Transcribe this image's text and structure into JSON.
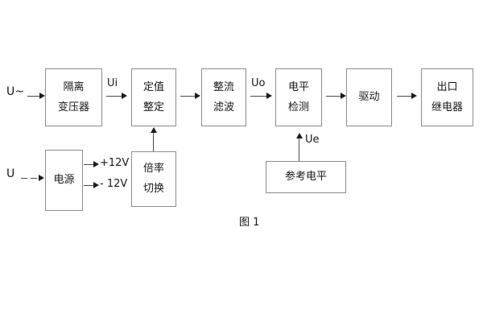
{
  "figure": {
    "caption": "图 1",
    "background": "#ffffff",
    "box_border_color": "#8c8c8c",
    "arrow_color": "#1c1c1c"
  },
  "blocks": [
    {
      "id": "isolation-transformer",
      "line1": "隔离",
      "line2": "变压器"
    },
    {
      "id": "setpoint-setting",
      "line1": "定值",
      "line2": "整定"
    },
    {
      "id": "rectify-filter",
      "line1": "整流",
      "line2": "滤波"
    },
    {
      "id": "level-detection",
      "line1": "电平",
      "line2": "检测"
    },
    {
      "id": "drive",
      "line1": "驱动",
      "line2": ""
    },
    {
      "id": "output-relay",
      "line1": "出口",
      "line2": "继电器"
    },
    {
      "id": "power-supply",
      "line1": "电源",
      "line2": ""
    },
    {
      "id": "ratio-switch",
      "line1": "倍率",
      "line2": "切换"
    },
    {
      "id": "reference-level",
      "line1": "参考电平",
      "line2": ""
    }
  ],
  "signals": {
    "input_ac": "U~",
    "input_dc": "U",
    "ui": "Ui",
    "uo": "Uo",
    "ue": "Ue",
    "rail_pos": "+12V",
    "rail_neg": "- 12V"
  }
}
